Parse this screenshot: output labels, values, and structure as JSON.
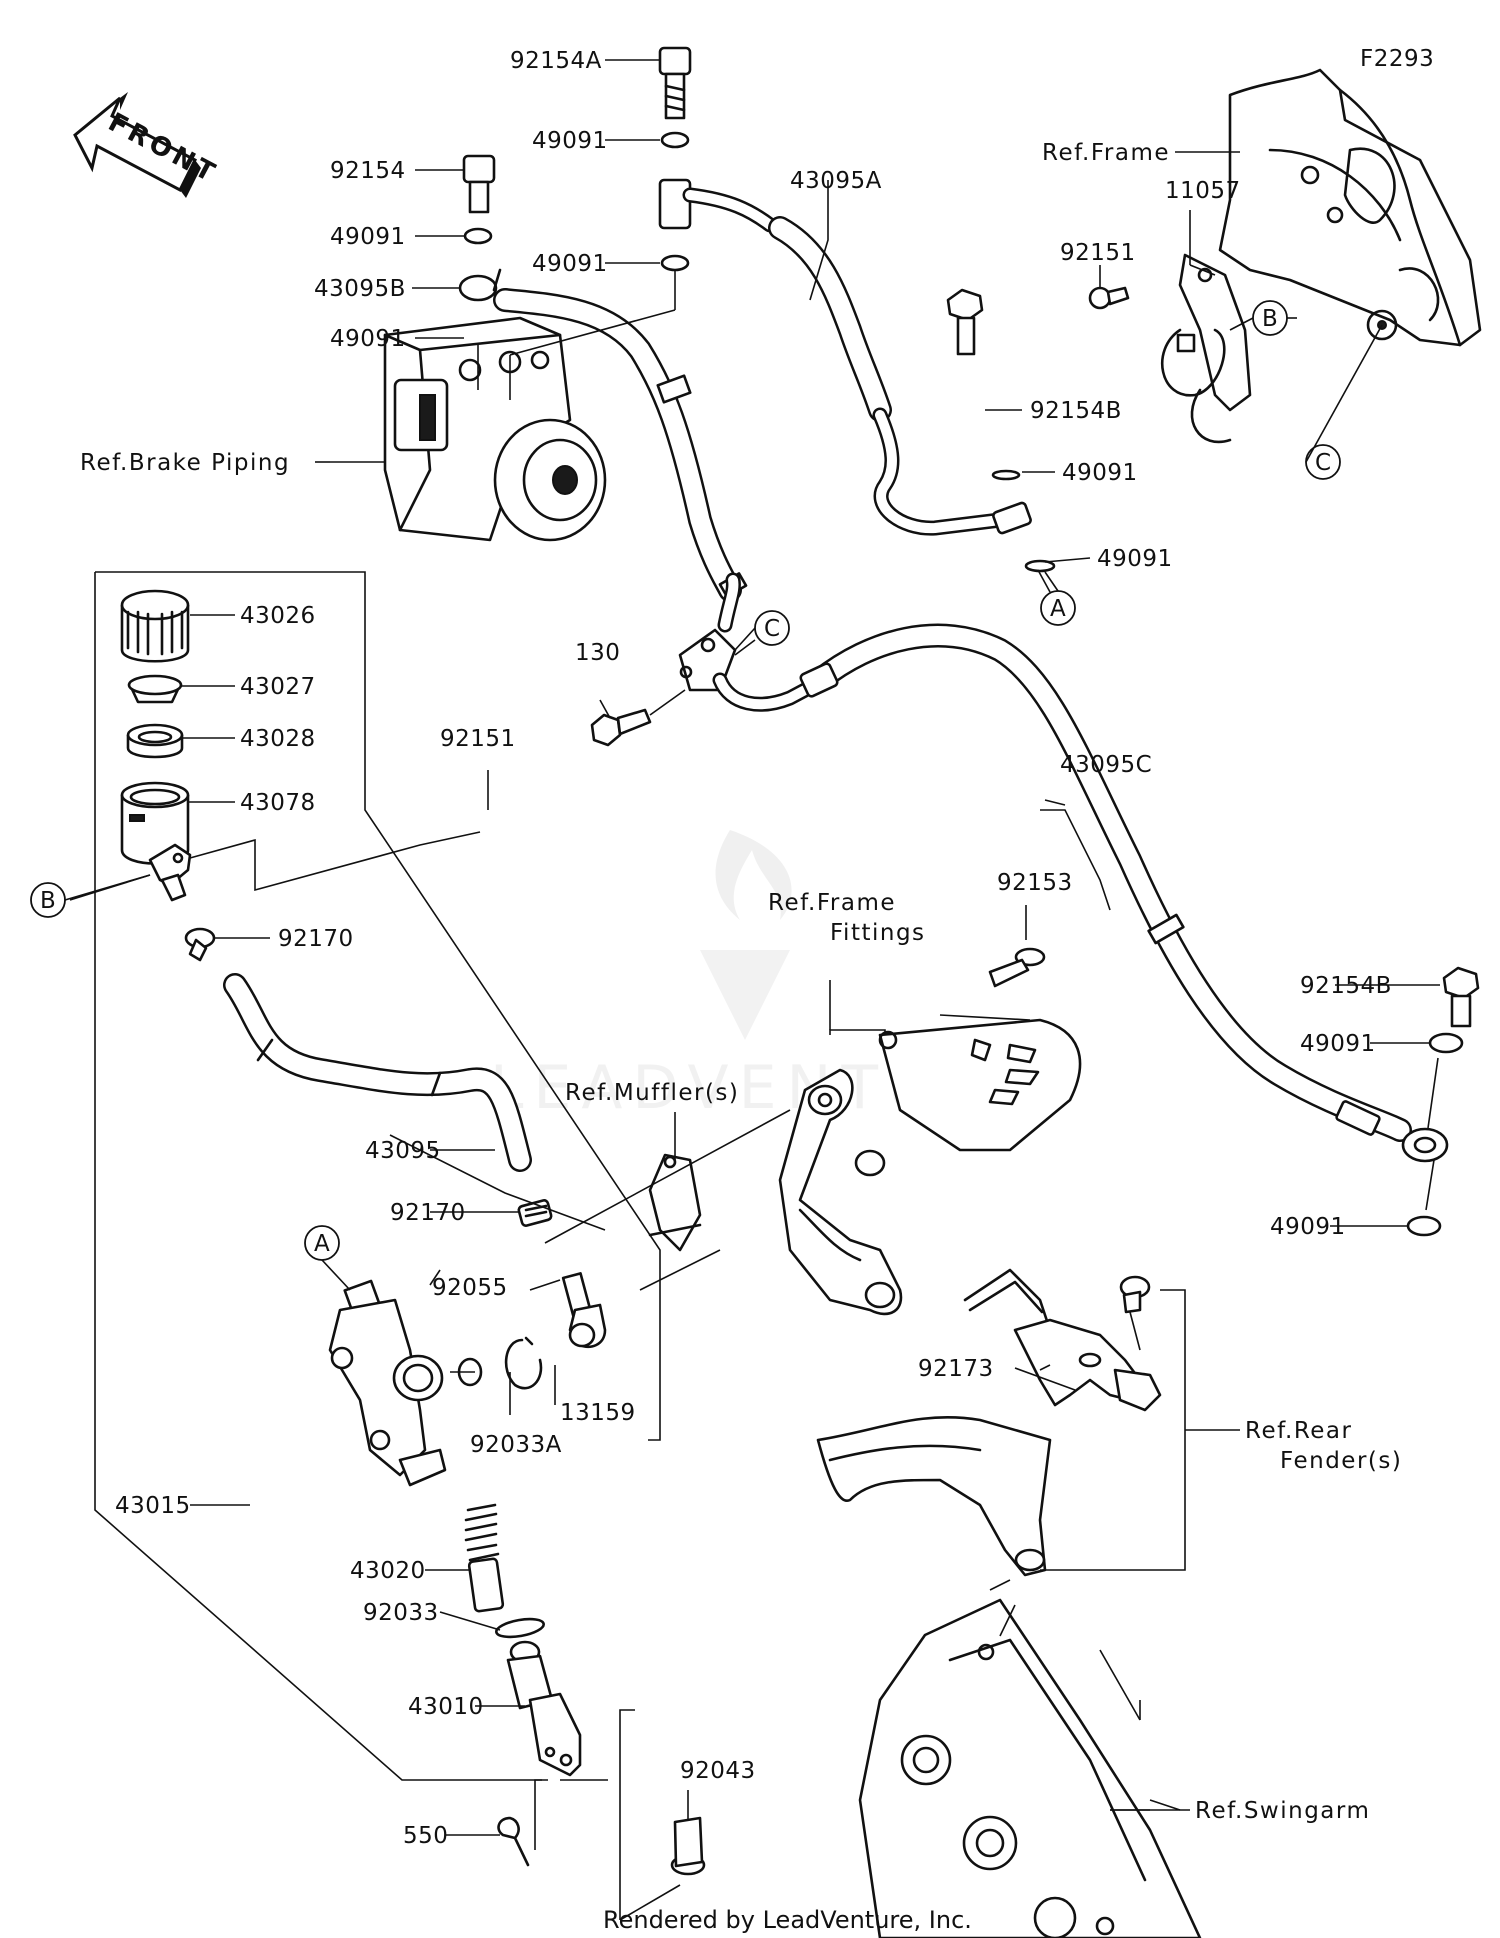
{
  "diagram_code": "F2293",
  "front_arrow_label": "FRONT",
  "footer": "Rendered by LeadVenture, Inc.",
  "watermark": "LEADVENTURE",
  "callouts": [
    "A",
    "B",
    "C"
  ],
  "parts": {
    "p92154A": "92154A",
    "p49091": "49091",
    "p92154": "92154",
    "p43095B": "43095B",
    "p43095A": "43095A",
    "p43095C": "43095C",
    "p43095": "43095",
    "p11057": "11057",
    "p92151": "92151",
    "p92154B": "92154B",
    "p130": "130",
    "p43026": "43026",
    "p43027": "43027",
    "p43028": "43028",
    "p43078": "43078",
    "p92170": "92170",
    "p92153": "92153",
    "p92055": "92055",
    "p13159": "13159",
    "p92033A": "92033A",
    "p43015": "43015",
    "p43020": "43020",
    "p92033": "92033",
    "p43010": "43010",
    "p550": "550",
    "p92043": "92043",
    "p92173": "92173"
  },
  "refs": {
    "frame": "Ref.Frame",
    "brake_piping": "Ref.Brake Piping",
    "frame_fittings_1": "Ref.Frame",
    "frame_fittings_2": "Fittings",
    "mufflers": "Ref.Muffler(s)",
    "rear_fender_1": "Ref.Rear",
    "rear_fender_2": "Fender(s)",
    "swingarm": "Ref.Swingarm"
  }
}
